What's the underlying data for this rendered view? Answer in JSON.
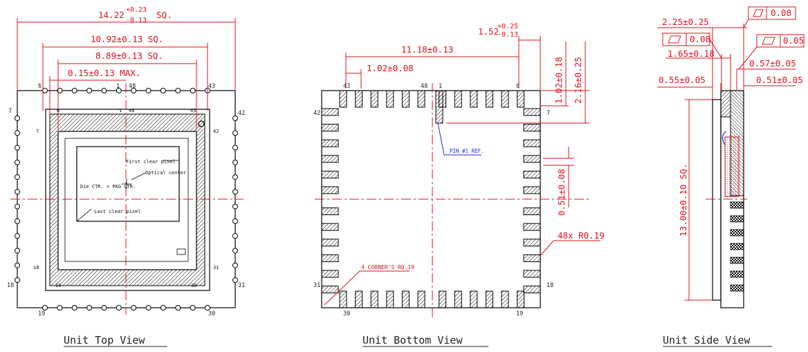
{
  "captions": {
    "top": "Unit Top View",
    "bottom": "Unit Bottom View",
    "side": "Unit Side View"
  },
  "top_view": {
    "dim_overall_base": "14.22",
    "dim_overall_plus": "+0.23",
    "dim_overall_minus": "-0.13",
    "dim_overall_suffix": "SQ.",
    "dim_cavity": "10.92±0.13 SQ.",
    "dim_window": "8.89±0.13 SQ.",
    "dim_offset": "0.15±0.13 MAX.",
    "label_first_pixel": "First clear pixel",
    "label_optical": "Optical center",
    "label_die_ctr": "Die CTR. = PKG CTR.",
    "label_last_pixel": "Last clear pixel",
    "pins": {
      "outer_6": "6",
      "outer_1": "1",
      "outer_48": "48",
      "outer_43": "43",
      "outer_7": "7",
      "outer_42": "42",
      "outer_18": "18",
      "outer_31": "31",
      "outer_19": "19",
      "outer_30": "30",
      "inner_6": "6",
      "inner_1": "1",
      "inner_48": "48",
      "inner_43": "43",
      "inner_7": "7",
      "inner_42": "42",
      "inner_18": "18",
      "inner_31": "31",
      "inner_19": "19",
      "inner_30": "30"
    }
  },
  "bottom_view": {
    "dim_pitch_span": "11.18±0.13",
    "dim_pitch": "1.02±0.08",
    "dim_edge_base": "1.52",
    "dim_edge_plus": "+0.25",
    "dim_edge_minus": "-0.13",
    "dim_pad_len": "1.02±0.18",
    "dim_pad_len2": "2.16±0.25",
    "dim_pad_w": "0.51±0.08",
    "label_radius": "48x R0.19",
    "label_corner": "4 CORNER'S R0.19",
    "label_pin1": "PIN #1 REF.",
    "pins": {
      "p43": "43",
      "p48": "48",
      "p1": "1",
      "p6": "6",
      "p42": "42",
      "p7": "7",
      "p31": "31",
      "p18": "18",
      "p30": "30",
      "p19": "19"
    }
  },
  "side_view": {
    "dim_a": "2.25±0.25",
    "dim_b": "1.65±0.18",
    "dim_c": "0.55±0.05",
    "dim_d": "0.57±0.05",
    "dim_e": "0.51±0.05",
    "dim_height": "13.00±0.10 SQ.",
    "flat_1": "0.08",
    "flat_2": "0.08",
    "flat_3": "0.05"
  }
}
